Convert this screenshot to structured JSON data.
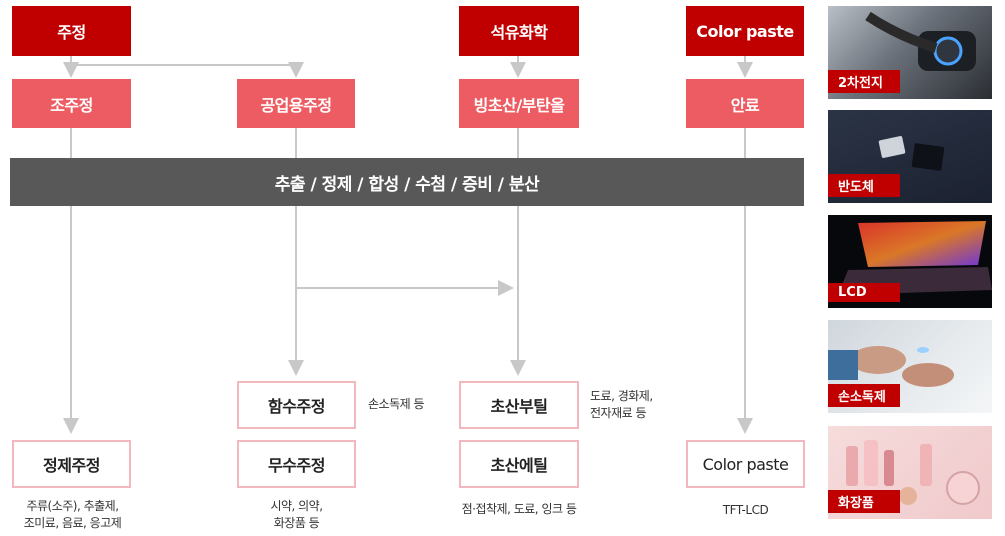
{
  "top_row": {
    "jujeong": "주정",
    "petrochem": "석유화학",
    "color_paste": "Color paste"
  },
  "second_row": {
    "jojujeong": "조주정",
    "industrial": "공업용주정",
    "acetic": "빙초산/부탄올",
    "pigment": "안료"
  },
  "process_bar": "추출 / 정제 / 합성 / 수첨 / 증비 / 분산",
  "products": {
    "hydrous": "함수주정",
    "anhydrous": "무수주정",
    "refined": "정제주정",
    "butyl_acetate": "초산부틸",
    "ethyl_acetate": "초산에틸",
    "color_paste": "Color paste"
  },
  "notes": {
    "hydrous_use": "손소독제 등",
    "butyl_use": [
      "도료, 경화제,",
      "전자재료 등"
    ],
    "refined_use": [
      "주류(소주), 추출제,",
      "조미료, 음료, 응고제"
    ],
    "anhydrous_use": [
      "시약, 의약,",
      "화장품 등"
    ],
    "ethyl_use": "점·접착제, 도료, 잉크 등",
    "paste_use": "TFT-LCD"
  },
  "photos": {
    "battery": "2차전지",
    "semiconductor": "반도체",
    "lcd": "LCD",
    "sanitizer": "손소독제",
    "cosmetics": "화장품"
  },
  "colors": {
    "dark_red": "#c00000",
    "light_red": "#ec5c62",
    "bar_gray": "#585858",
    "outline_pink": "#f2b8be",
    "connector": "#c8c8c8"
  }
}
